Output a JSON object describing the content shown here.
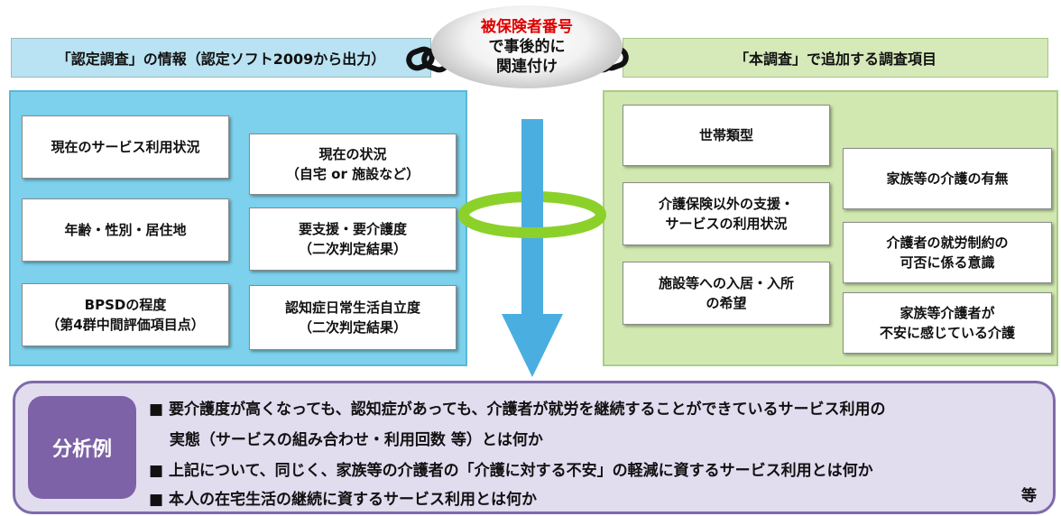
{
  "header_left": "「認定調査」の情報（認定ソフト2009から出力）",
  "header_right": "「本調査」で追加する調査項目",
  "link": {
    "highlight": "被保険者番号",
    "line2": "で事後的に",
    "line3": "関連付け"
  },
  "left_items": [
    "現在のサービス利用状況",
    "年齢・性別・居住地",
    "BPSDの程度\n（第4群中間評価項目点）",
    "現在の状況\n（自宅 or 施設など）",
    "要支援・要介護度\n（二次判定結果）",
    "認知症日常生活自立度\n（二次判定結果）"
  ],
  "right_items": [
    "世帯類型",
    "介護保険以外の支援・\nサービスの利用状況",
    "施設等への入居・入所\nの希望",
    "家族等の介護の有無",
    "介護者の就労制約の\n可否に係る意識",
    "家族等介護者が\n不安に感じている介護"
  ],
  "analysis": {
    "label": "分析例",
    "lines": [
      "■ 要介護度が高くなっても、認知症があっても、介護者が就労を継続することができているサービス利用の",
      "　 実態（サービスの組み合わせ・利用回数 等）とは何か",
      "■ 上記について、同じく、家族等の介護者の「介護に対する不安」の軽減に資するサービス利用とは何か",
      "■ 本人の在宅生活の継続に資するサービス利用とは何か"
    ],
    "etc": "等"
  },
  "colors": {
    "left_panel": "#7dd1ec",
    "right_panel": "#d1e9b0",
    "arrow": "#4aaee0",
    "ring": "#8cd12a",
    "analysis_label": "#7d62a7",
    "highlight": "#e00000"
  },
  "icons": [
    "chain-link-icon",
    "down-arrow-icon",
    "ring-icon"
  ]
}
